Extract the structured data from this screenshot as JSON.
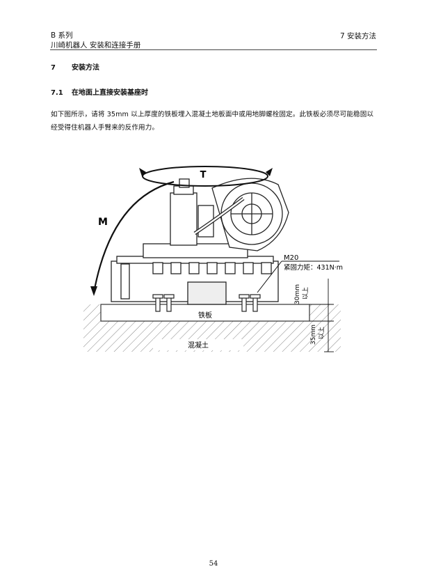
{
  "header": {
    "series": "B 系列",
    "manual": "川崎机器人  安装和连接手册",
    "chapter": "7   安装方法"
  },
  "section": {
    "number": "7",
    "title": "安装方法"
  },
  "subsection": {
    "number": "7.1",
    "title": "在地面上直接安装基座时"
  },
  "paragraph": "如下图所示，请将 35mm 以上厚度的铁板埋入混凝土地板面中或用地脚螺栓固定。此铁板必须尽可能稳固以经受得住机器人手臂来的反作用力。",
  "figure": {
    "label_T": "T",
    "label_M": "M",
    "bolt": "M20",
    "torque": "紧固力矩：431N·m",
    "iron_plate": "铁板",
    "concrete": "混凝土",
    "dim_30": "30mm",
    "dim_30_suffix": "以上",
    "dim_35": "35mm",
    "dim_35_suffix": "以上"
  },
  "page_number": "54"
}
